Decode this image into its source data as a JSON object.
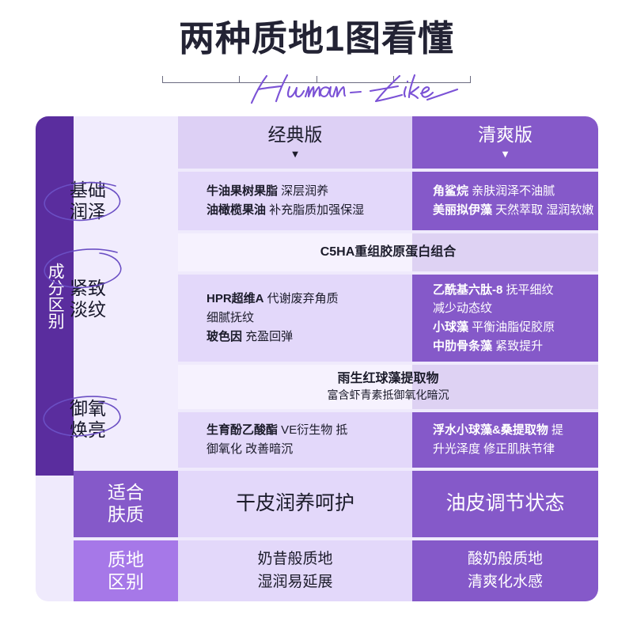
{
  "header": {
    "title": "两种质地1图看懂",
    "script": "Human-Like"
  },
  "colors": {
    "deep_purple": "#5a2d9e",
    "mid_purple": "#8559c9",
    "light_purple": "#a678e8",
    "lavender_header_left": "#ddd0f5",
    "cell_left": "#e3d8fa",
    "cell_left_pale": "#f5f1fe",
    "cell_right_pale": "#ded2f3",
    "row_band_left": "#f6f2fe",
    "row_band_right": "#ded2f3",
    "label_col_bg": "#f1ecfd",
    "annotation": "#6b4fc4"
  },
  "table": {
    "spine_label": "成分区别",
    "columns": [
      {
        "id": "classic",
        "title": "经典版",
        "caret": "▼"
      },
      {
        "id": "fresh",
        "title": "清爽版",
        "caret": "▼"
      }
    ],
    "sections": [
      {
        "label": "基础润泽",
        "label_lines": [
          "基础",
          "润泽"
        ],
        "left": [
          {
            "bold": "牛油果树果脂",
            "rest": " 深层润养"
          },
          {
            "bold": "油橄榄果油",
            "rest": " 补充脂质加强保湿"
          }
        ],
        "right": [
          {
            "bold": "角鲨烷",
            "rest": " 亲肤润泽不油腻"
          },
          {
            "bold": "美丽拟伊藻",
            "rest": " 天然萃取 湿润软嫩"
          }
        ]
      },
      {
        "label": "紧致淡纹",
        "label_lines": [
          "紧致",
          "淡纹"
        ],
        "band": {
          "title": "C5HA重组胶原蛋白组合",
          "sub": ""
        },
        "left": [
          {
            "bold": "HPR超维A",
            "rest": " 代谢废弃角质"
          },
          {
            "bold": "",
            "rest": "细腻抚纹"
          },
          {
            "bold": "玻色因",
            "rest": " 充盈回弹"
          }
        ],
        "right": [
          {
            "bold": "乙酰基六肽-8",
            "rest": " 抚平细纹"
          },
          {
            "bold": "",
            "rest": "减少动态纹"
          },
          {
            "bold": "小球藻",
            "rest": " 平衡油脂促胶原"
          },
          {
            "bold": "中肋骨条藻",
            "rest": " 紧致提升"
          }
        ]
      },
      {
        "label": "御氧焕亮",
        "label_lines": [
          "御氧",
          "焕亮"
        ],
        "band": {
          "title": "雨生红球藻提取物",
          "sub": "富含虾青素抵御氧化暗沉"
        },
        "left": [
          {
            "bold": "生育酚乙酸酯",
            "rest": " VE衍生物 抵"
          },
          {
            "bold": "",
            "rest": "御氧化 改善暗沉"
          }
        ],
        "right": [
          {
            "bold": "浮水小球藻&桑提取物",
            "rest": " 提"
          },
          {
            "bold": "",
            "rest": "升光泽度 修正肌肤节律"
          }
        ]
      }
    ],
    "footer_rows": [
      {
        "label_lines": [
          "适合",
          "肤质"
        ],
        "label_bg": "mid_purple",
        "left_lines": [
          "干皮润养呵护"
        ],
        "right_lines": [
          "油皮调节状态"
        ],
        "size": "big"
      },
      {
        "label_lines": [
          "质地",
          "区别"
        ],
        "label_bg": "light_purple",
        "left_lines": [
          "奶昔般质地",
          "湿润易延展"
        ],
        "right_lines": [
          "酸奶般质地",
          "清爽化水感"
        ],
        "size": "mid"
      }
    ]
  }
}
